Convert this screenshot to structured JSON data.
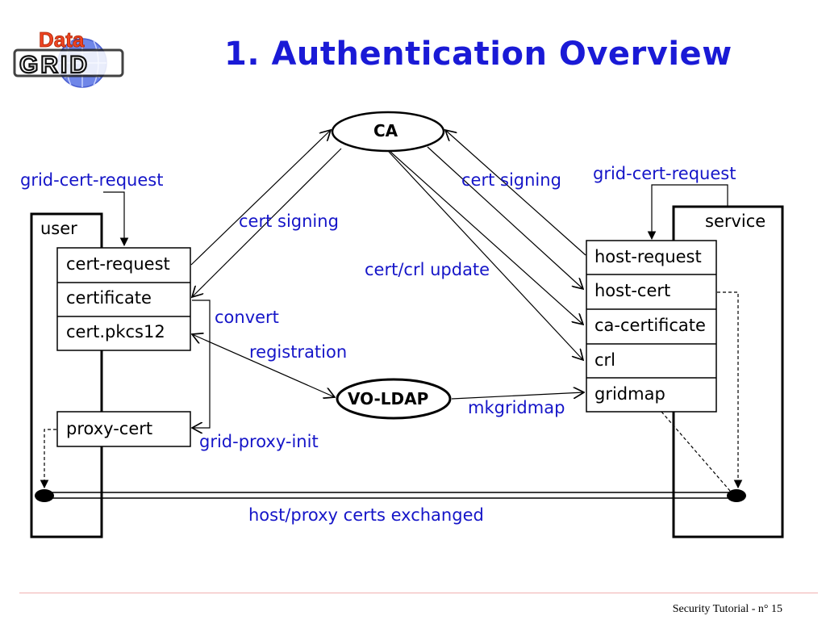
{
  "slide": {
    "title": "1. Authentication Overview",
    "footer": "Security Tutorial - n° 15"
  },
  "logo": {
    "text_top": "Data",
    "text_bottom": "GRID"
  },
  "nodes": {
    "ca": "CA",
    "vo_ldap": "VO-LDAP"
  },
  "user": {
    "label": "user",
    "files": [
      "cert-request",
      "certificate",
      "cert.pkcs12"
    ],
    "proxy": "proxy-cert"
  },
  "service": {
    "label": "service",
    "files": [
      "host-request",
      "host-cert",
      "ca-certificate",
      "crl",
      "gridmap"
    ]
  },
  "labels": {
    "grid_cert_request_left": "grid-cert-request",
    "grid_cert_request_right": "grid-cert-request",
    "cert_signing_left": "cert signing",
    "cert_signing_right": "cert signing",
    "cert_crl_update": "cert/crl update",
    "convert": "convert",
    "registration": "registration",
    "grid_proxy_init": "grid-proxy-init",
    "mkgridmap": "mkgridmap",
    "exchange": "host/proxy certs exchanged"
  },
  "colors": {
    "title": "#1a1ad6",
    "label": "#1515c8",
    "line": "#000000"
  }
}
